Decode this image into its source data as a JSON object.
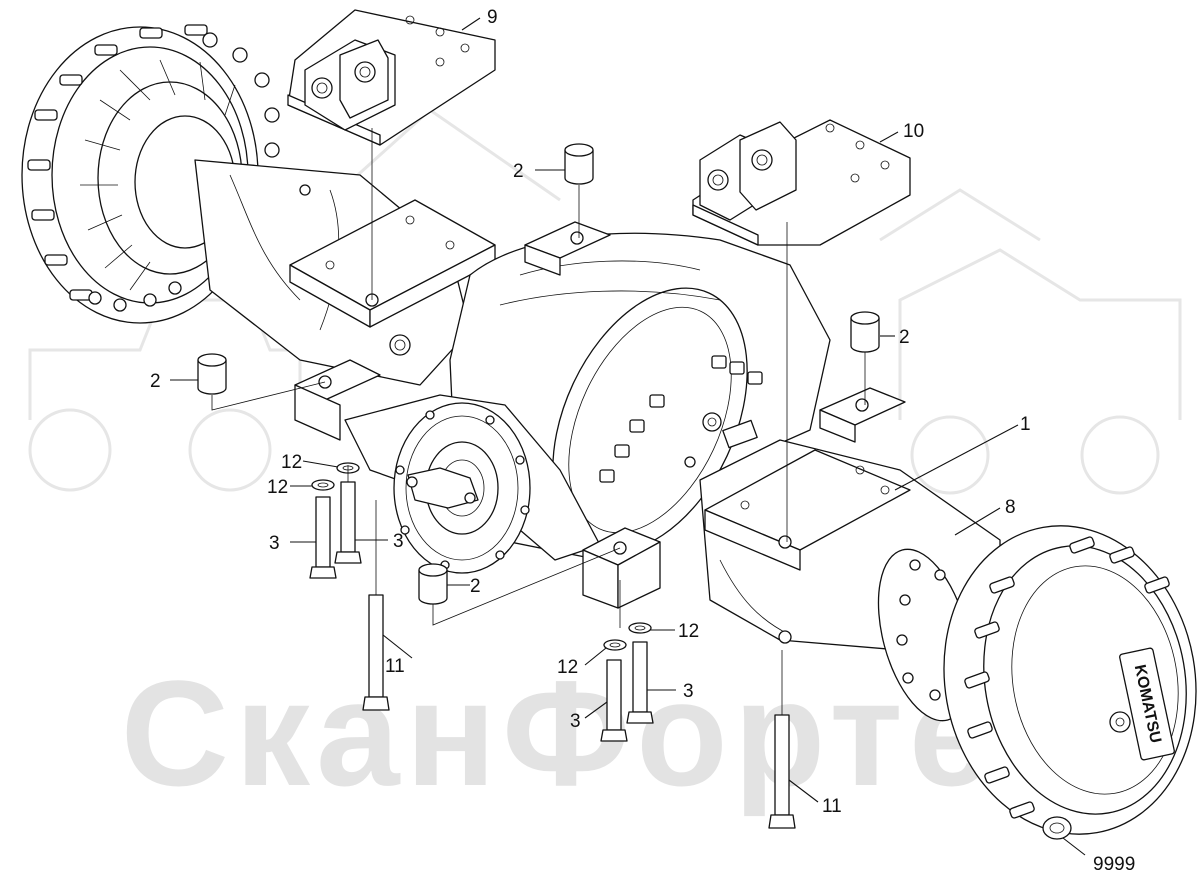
{
  "watermark": {
    "text": "СканФортек"
  },
  "brand_plate": {
    "text": "KOMATSU"
  },
  "callouts": [
    {
      "id": "c9",
      "label": "9"
    },
    {
      "id": "c10",
      "label": "10"
    },
    {
      "id": "c2a",
      "label": "2"
    },
    {
      "id": "c2b",
      "label": "2"
    },
    {
      "id": "c2c",
      "label": "2"
    },
    {
      "id": "c2d",
      "label": "2"
    },
    {
      "id": "c1",
      "label": "1"
    },
    {
      "id": "c8",
      "label": "8"
    },
    {
      "id": "c12a",
      "label": "12"
    },
    {
      "id": "c12b",
      "label": "12"
    },
    {
      "id": "c12c",
      "label": "12"
    },
    {
      "id": "c12d",
      "label": "12"
    },
    {
      "id": "c3a",
      "label": "3"
    },
    {
      "id": "c3b",
      "label": "3"
    },
    {
      "id": "c3c",
      "label": "3"
    },
    {
      "id": "c3d",
      "label": "3"
    },
    {
      "id": "c11a",
      "label": "11"
    },
    {
      "id": "c11b",
      "label": "11"
    },
    {
      "id": "c9999",
      "label": "9999"
    }
  ]
}
